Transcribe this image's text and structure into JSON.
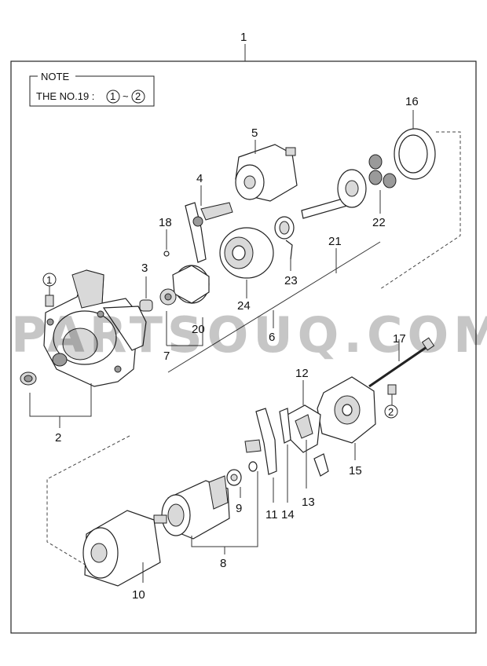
{
  "note": {
    "title": "NOTE",
    "line_prefix": "THE NO.19 :",
    "circled_from": "1",
    "tilde": "~",
    "circled_to": "2"
  },
  "watermark": "PARTSOUQ.COM",
  "callouts": {
    "c1": "1",
    "c2": "2",
    "c3": "3",
    "c4": "4",
    "c5": "5",
    "c6": "6",
    "c7": "7",
    "c8": "8",
    "c9": "9",
    "c10": "10",
    "c11": "11",
    "c12": "12",
    "c13": "13",
    "c14": "14",
    "c15": "15",
    "c16": "16",
    "c17": "17",
    "c18": "18",
    "c20": "20",
    "c21": "21",
    "c22": "22",
    "c23": "23",
    "c24": "24"
  },
  "circled_markers": {
    "m1": "1",
    "m2": "2"
  }
}
